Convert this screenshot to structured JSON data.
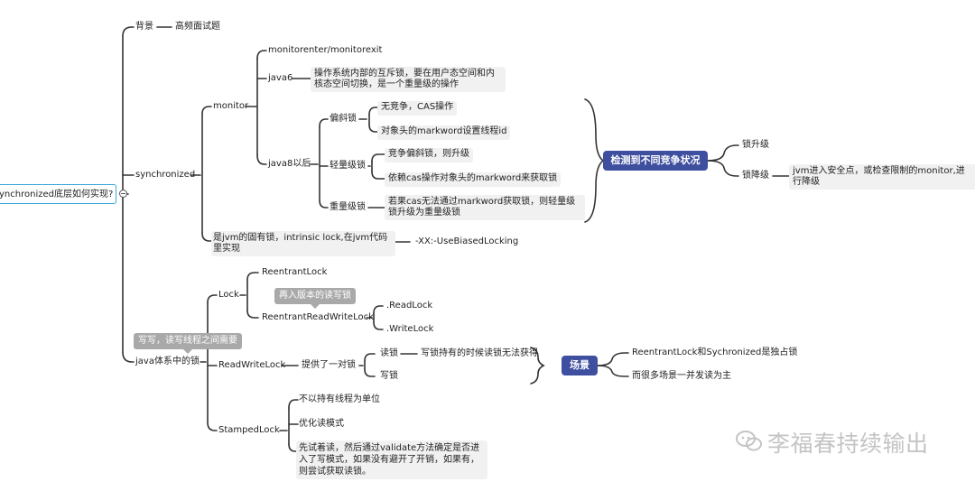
{
  "root": {
    "label": "ynchronized底层如何实现?"
  },
  "bg": {
    "label": "背景",
    "child": "高频面试题"
  },
  "sync": {
    "label": "synchronized",
    "monitor": {
      "label": "monitor",
      "enter_exit": "monitorenter/monitorexit",
      "java6": {
        "label": "java6",
        "desc": "操作系统内部的互斥锁，要在用户态空间和内核态空间切换，是一个重量级的操作"
      },
      "java8": {
        "label": "java8以后",
        "biased": {
          "label": "偏斜锁",
          "a": "无竞争，CAS操作",
          "b": "对象头的markword设置线程id"
        },
        "light": {
          "label": "轻量级锁",
          "a": "竞争偏斜锁，则升级",
          "b": "依赖cas操作对象头的markword来获取锁"
        },
        "heavy": {
          "label": "重量级锁",
          "a": "若果cas无法通过markword获取锁，则轻量级锁升级为重量级锁"
        }
      }
    },
    "jvm": {
      "label": "是jvm的固有锁，intrinsic lock,在jvm代码里实现",
      "child": "-XX:-UseBiasedLocking"
    },
    "detect": {
      "label": "检测到不同竞争状况",
      "up": "锁升级",
      "down": "锁降级",
      "down_desc": "jvm进入安全点，或检查限制的monitor,进行降级"
    }
  },
  "java_locks": {
    "label": "java体系中的锁",
    "tip": "写写，读写线程之间需要",
    "lock": {
      "label": "Lock",
      "reentrant": "ReentrantLock",
      "tip": "再入版本的读写锁",
      "rrwl": "ReentrantReadWriteLock",
      "read": ".ReadLock",
      "write": ".WriteLock"
    },
    "rwl": {
      "label": "ReadWriteLock",
      "provide": "提供了一对锁",
      "read": "读锁",
      "read_desc": "写锁持有的时候读锁无法获得",
      "write": "写锁"
    },
    "scene": {
      "label": "场景",
      "a": "ReentrantLock和Sychronized是独占锁",
      "b": "而很多场景一并发读为主"
    },
    "stamped": {
      "label": "StampedLock",
      "a": "不以持有线程为单位",
      "b": "优化读模式",
      "c": "先试着读，然后通过validate方法确定是否进入了写模式，如果没有避开了开销，如果有，则尝试获取读锁。"
    }
  },
  "watermark": "李福春持续输出",
  "colors": {
    "pill": "#3e4fa0",
    "line": "#333333",
    "root_border": "#3aa7dd",
    "tip": "#a9a9a9",
    "box": "#f1f1f1"
  }
}
